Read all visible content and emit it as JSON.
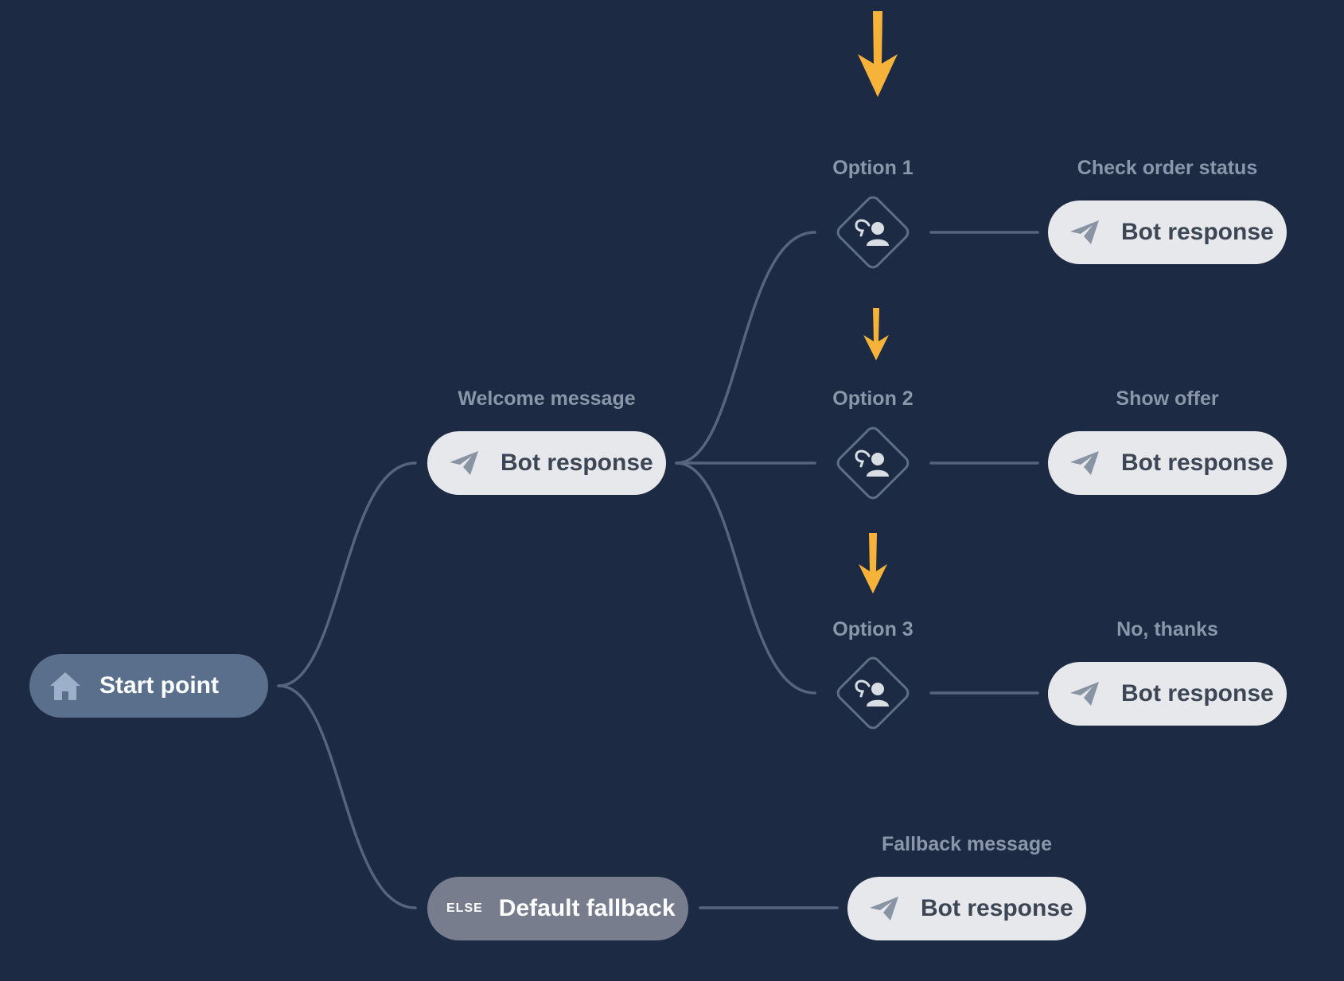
{
  "colors": {
    "background": "#1c2b43",
    "connector": "#56657d",
    "bot_pill": "#e6e8ec",
    "start_pill": "#5a6f8c",
    "fallback_pill": "#787d8e",
    "arrow": "#f7b23a"
  },
  "start": {
    "label": "Start point",
    "icon": "home-icon"
  },
  "welcome": {
    "caption": "Welcome message",
    "label": "Bot response",
    "icon": "paper-plane-icon"
  },
  "options": [
    {
      "label": "Option 1",
      "icon": "user-reply-icon",
      "response_caption": "Check order status",
      "response_label": "Bot response"
    },
    {
      "label": "Option 2",
      "icon": "user-reply-icon",
      "response_caption": "Show offer",
      "response_label": "Bot response"
    },
    {
      "label": "Option 3",
      "icon": "user-reply-icon",
      "response_caption": "No, thanks",
      "response_label": "Bot response"
    }
  ],
  "fallback": {
    "badge": "ELSE",
    "label": "Default fallback",
    "response_caption": "Fallback message",
    "response_label": "Bot response"
  }
}
